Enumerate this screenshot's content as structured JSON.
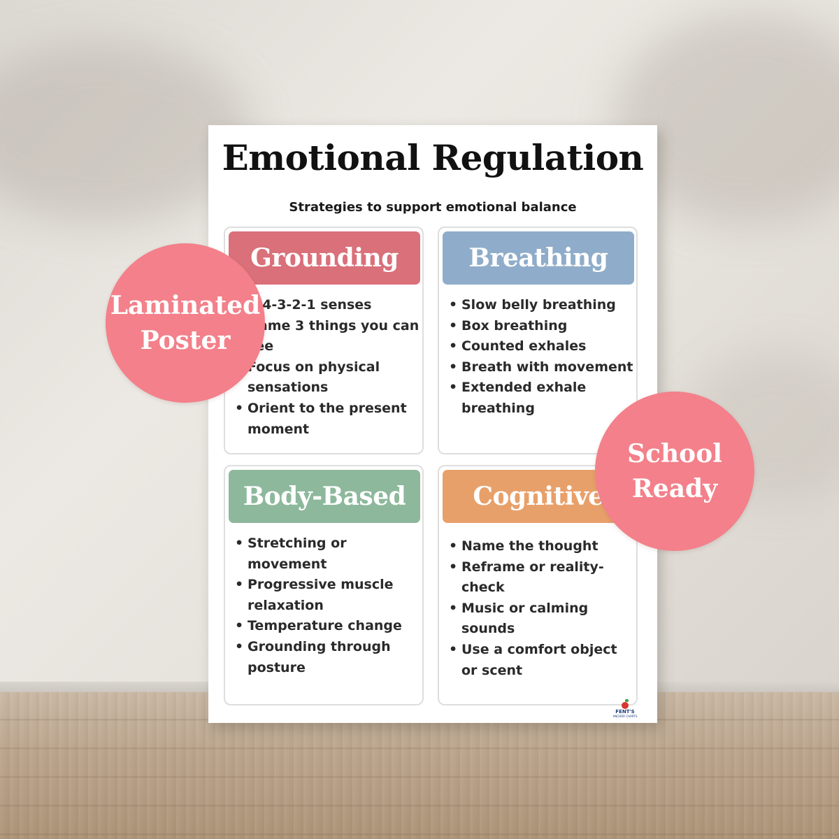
{
  "poster": {
    "title": "Emotional Regulation",
    "subtitle": "Strategies to support emotional balance",
    "cards": [
      {
        "heading": "Grounding",
        "color": "#d9707a",
        "items": [
          "5-4-3-2-1 senses",
          "Name 3 things you can see",
          "Focus on physical sensations",
          "Orient to the present moment"
        ]
      },
      {
        "heading": "Breathing",
        "color": "#8fadca",
        "items": [
          "Slow belly breathing",
          "Box breathing",
          "Counted exhales",
          "Breath with movement",
          "Extended exhale breathing"
        ]
      },
      {
        "heading": "Body-Based",
        "color": "#8db89c",
        "items": [
          "Stretching or movement",
          "Progressive muscle relaxation",
          "Temperature change",
          "Grounding through posture"
        ]
      },
      {
        "heading": "Cognitive",
        "color": "#e8a06a",
        "items": [
          "Name the thought",
          "Reframe or reality-check",
          "Music or calming sounds",
          "Use a comfort object or scent"
        ]
      }
    ],
    "logo": {
      "name": "FENT'S",
      "tagline": "ANCHOR CHARTS"
    }
  },
  "badges": {
    "laminated": {
      "line1": "Laminated",
      "line2": "Poster",
      "color": "#f3808a"
    },
    "school": {
      "line1": "School",
      "line2": "Ready",
      "color": "#f3808a"
    }
  }
}
